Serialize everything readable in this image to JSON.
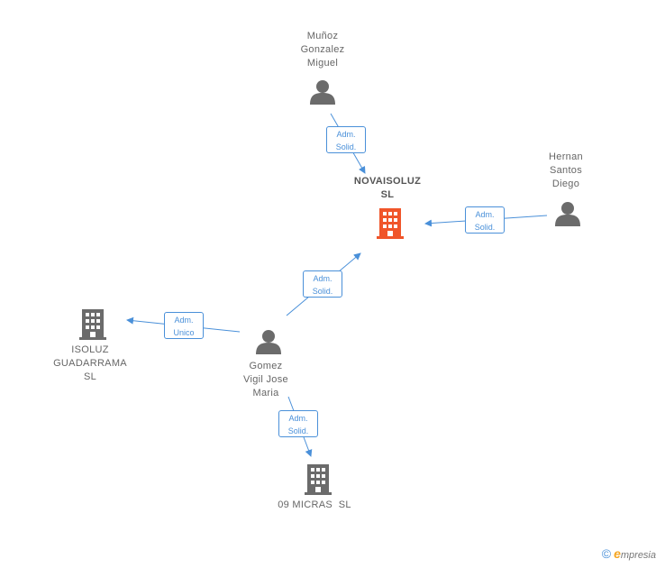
{
  "nodes": {
    "novaisoluz": {
      "lines": [
        "NOVAISOLUZ",
        "SL"
      ]
    },
    "munoz": {
      "lines": [
        "Muñoz",
        "Gonzalez",
        "Miguel"
      ]
    },
    "hernan": {
      "lines": [
        "Hernan",
        "Santos",
        "Diego"
      ]
    },
    "gomez": {
      "lines": [
        "Gomez",
        "Vigil Jose",
        "Maria"
      ]
    },
    "isoluz": {
      "lines": [
        "ISOLUZ",
        "GUADARRAMA",
        "SL"
      ]
    },
    "micras": {
      "lines": [
        "09 MICRAS  SL"
      ]
    }
  },
  "edges": {
    "munoz_novaisoluz": {
      "lines": [
        "Adm.",
        "Solid."
      ]
    },
    "hernan_novaisoluz": {
      "lines": [
        "Adm.",
        "Solid."
      ]
    },
    "gomez_novaisoluz": {
      "lines": [
        "Adm.",
        "Solid."
      ]
    },
    "gomez_isoluz": {
      "lines": [
        "Adm.",
        "Unico"
      ]
    },
    "gomez_micras": {
      "lines": [
        "Adm.",
        "Solid."
      ]
    }
  },
  "footer": {
    "copyright": "©",
    "brand_initial": "e",
    "brand_rest": "mpresia"
  },
  "colors": {
    "edge": "#4a90d9",
    "person": "#6b6b6b",
    "company": "#6b6b6b",
    "main_company": "#f0552a"
  }
}
